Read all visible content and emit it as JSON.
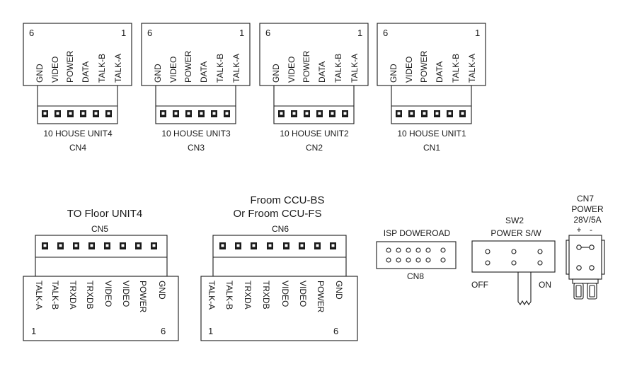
{
  "house_units": [
    {
      "id": "cn4",
      "unit_label": "10 HOUSE UNIT4",
      "connector": "CN4",
      "pin_left": "6",
      "pin_right": "1",
      "pins": [
        "GND",
        "VIDEO",
        "POWER",
        "DATA",
        "TALK-B",
        "TALK-A"
      ]
    },
    {
      "id": "cn3",
      "unit_label": "10 HOUSE UNIT3",
      "connector": "CN3",
      "pin_left": "6",
      "pin_right": "1",
      "pins": [
        "GND",
        "VIDEO",
        "POWER",
        "DATA",
        "TALK-B",
        "TALK-A"
      ]
    },
    {
      "id": "cn2",
      "unit_label": "10 HOUSE UNIT2",
      "connector": "CN2",
      "pin_left": "6",
      "pin_right": "1",
      "pins": [
        "GND",
        "VIDEO",
        "POWER",
        "DATA",
        "TALK-B",
        "TALK-A"
      ]
    },
    {
      "id": "cn1",
      "unit_label": "10 HOUSE UNIT1",
      "connector": "CN1",
      "pin_left": "6",
      "pin_right": "1",
      "pins": [
        "GND",
        "VIDEO",
        "POWER",
        "DATA",
        "TALK-B",
        "TALK-A"
      ]
    }
  ],
  "floor_units": [
    {
      "id": "cn5",
      "title_lines": [
        "TO Floor UNIT4"
      ],
      "connector": "CN5",
      "pin_left": "1",
      "pin_right": "6",
      "pins": [
        "TALK-A",
        "TALK-B",
        "TRXDA",
        "TRXDB",
        "VIDEO",
        "VIDEO",
        "POWER",
        "GND"
      ]
    },
    {
      "id": "cn6",
      "title_lines": [
        "Froom  CCU-BS",
        "Or Froom  CCU-FS"
      ],
      "connector": "CN6",
      "pin_left": "1",
      "pin_right": "6",
      "pins": [
        "TALK-A",
        "TALK-B",
        "TRXDA",
        "TRXDB",
        "VIDEO",
        "VIDEO",
        "POWER",
        "GND"
      ]
    }
  ],
  "cn8": {
    "title": "ISP  DOWEROAD",
    "label": "CN8"
  },
  "sw2": {
    "name": "SW2",
    "title": "POWER S/W",
    "off_label": "OFF",
    "on_label": "ON"
  },
  "cn7": {
    "name": "CN7",
    "title": "POWER",
    "rating": "28V/5A",
    "plus": "+",
    "minus": "-"
  }
}
